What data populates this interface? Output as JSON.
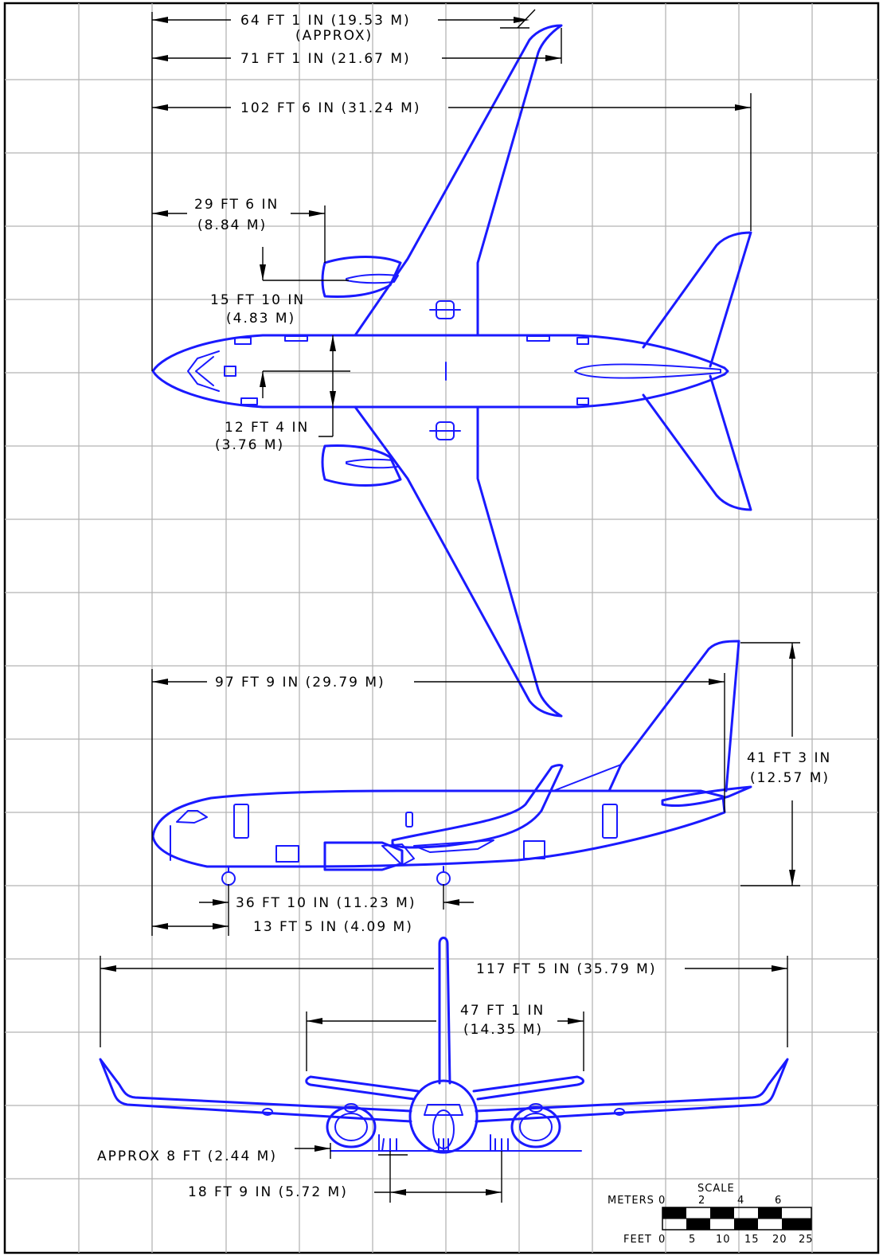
{
  "colors": {
    "aircraft": "#1a1aff",
    "grid": "#b5b5b5",
    "dimension": "#000000",
    "background": "#ffffff"
  },
  "top_view": {
    "dim_tail_span": "64 FT 1 IN (19.53 M)",
    "dim_tail_span_note": "(APPROX)",
    "dim_wing_tip": "71 FT 1 IN (21.67 M)",
    "dim_overall_length": "102 FT 6 IN (31.24 M)",
    "dim_nose_to_engine_1": "29 FT 6 IN",
    "dim_nose_to_engine_2": "(8.84 M)",
    "dim_engine_spacing_1": "15 FT 10 IN",
    "dim_engine_spacing_2": "(4.83 M)",
    "dim_fuselage_width_1": "12 FT 4 IN",
    "dim_fuselage_width_2": "(3.76 M)"
  },
  "side_view": {
    "dim_fuselage_length": "97 FT 9 IN (29.79 M)",
    "dim_height_1": "41 FT 3 IN",
    "dim_height_2": "(12.57 M)",
    "dim_wheelbase": "36 FT 10 IN (11.23 M)",
    "dim_nose_gear": "13 FT 5 IN (4.09 M)"
  },
  "front_view": {
    "dim_wingspan": "117 FT 5 IN (35.79 M)",
    "dim_stab_span_1": "47 FT 1 IN",
    "dim_stab_span_2": "(14.35 M)",
    "dim_ground_clearance": "APPROX 8 FT (2.44 M)",
    "dim_track": "18 FT 9 IN (5.72 M)"
  },
  "scale": {
    "title": "SCALE",
    "meters_label": "METERS",
    "meters_ticks": [
      "0",
      "2",
      "4",
      "6"
    ],
    "feet_label": "FEET",
    "feet_ticks": [
      "0",
      "5",
      "10",
      "15",
      "20",
      "25"
    ]
  }
}
